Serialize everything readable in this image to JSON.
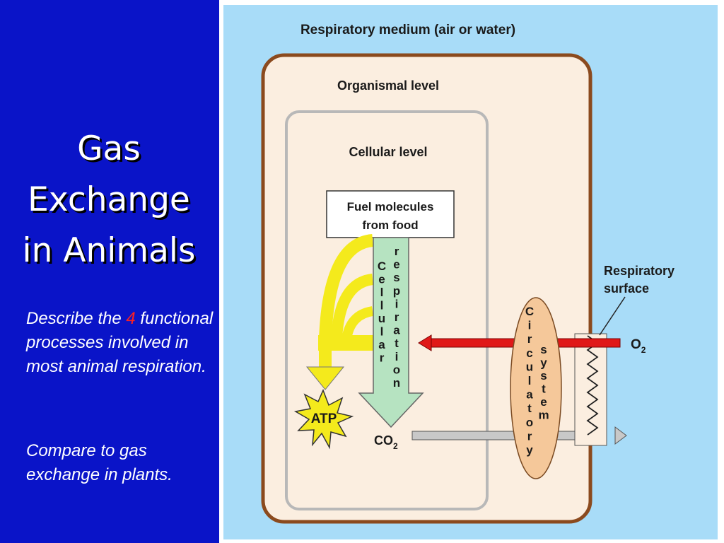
{
  "title": {
    "line1": "Gas",
    "line2": "Exchange",
    "line3": "in Animals"
  },
  "body": {
    "describe_pre": "Describe the ",
    "describe_num": "4",
    "describe_post": " functional processes involved in most animal respiration.",
    "compare": "Compare to gas exchange in plants."
  },
  "diagram": {
    "medium_label": "Respiratory medium (air or water)",
    "organismal_label": "Organismal level",
    "cellular_label": "Cellular level",
    "fuel_line1": "Fuel molecules",
    "fuel_line2": "from food",
    "cellular_vertical": [
      "C",
      "e",
      "l",
      "l",
      "u",
      "l",
      "a",
      "r"
    ],
    "respiration_vertical": [
      "r",
      "e",
      "s",
      "p",
      "i",
      "r",
      "a",
      "t",
      "i",
      "o",
      "n"
    ],
    "circulatory_vertical": [
      "C",
      "i",
      "r",
      "c",
      "u",
      "l",
      "a",
      "t",
      "o",
      "r",
      "y"
    ],
    "system_vertical": [
      "s",
      "y",
      "s",
      "t",
      "e",
      "m"
    ],
    "atp": "ATP",
    "co2_main": "CO",
    "co2_sub": "2",
    "o2_main": "O",
    "o2_sub": "2",
    "resp_surface_line1": "Respiratory",
    "resp_surface_line2": "surface"
  },
  "colors": {
    "slide_bg": "#0a14c8",
    "medium_bg": "#a8dcf8",
    "cell_fill": "#fbeee0",
    "organism_border": "#8b4a1e",
    "cell_border": "#b8b8b8",
    "resp_arrow": "#b6e3c1",
    "atp_arrows": "#f4ea1c",
    "o2_arrow": "#e01818",
    "circulatory": "#f5c89a",
    "red_number": "#ff2020"
  }
}
